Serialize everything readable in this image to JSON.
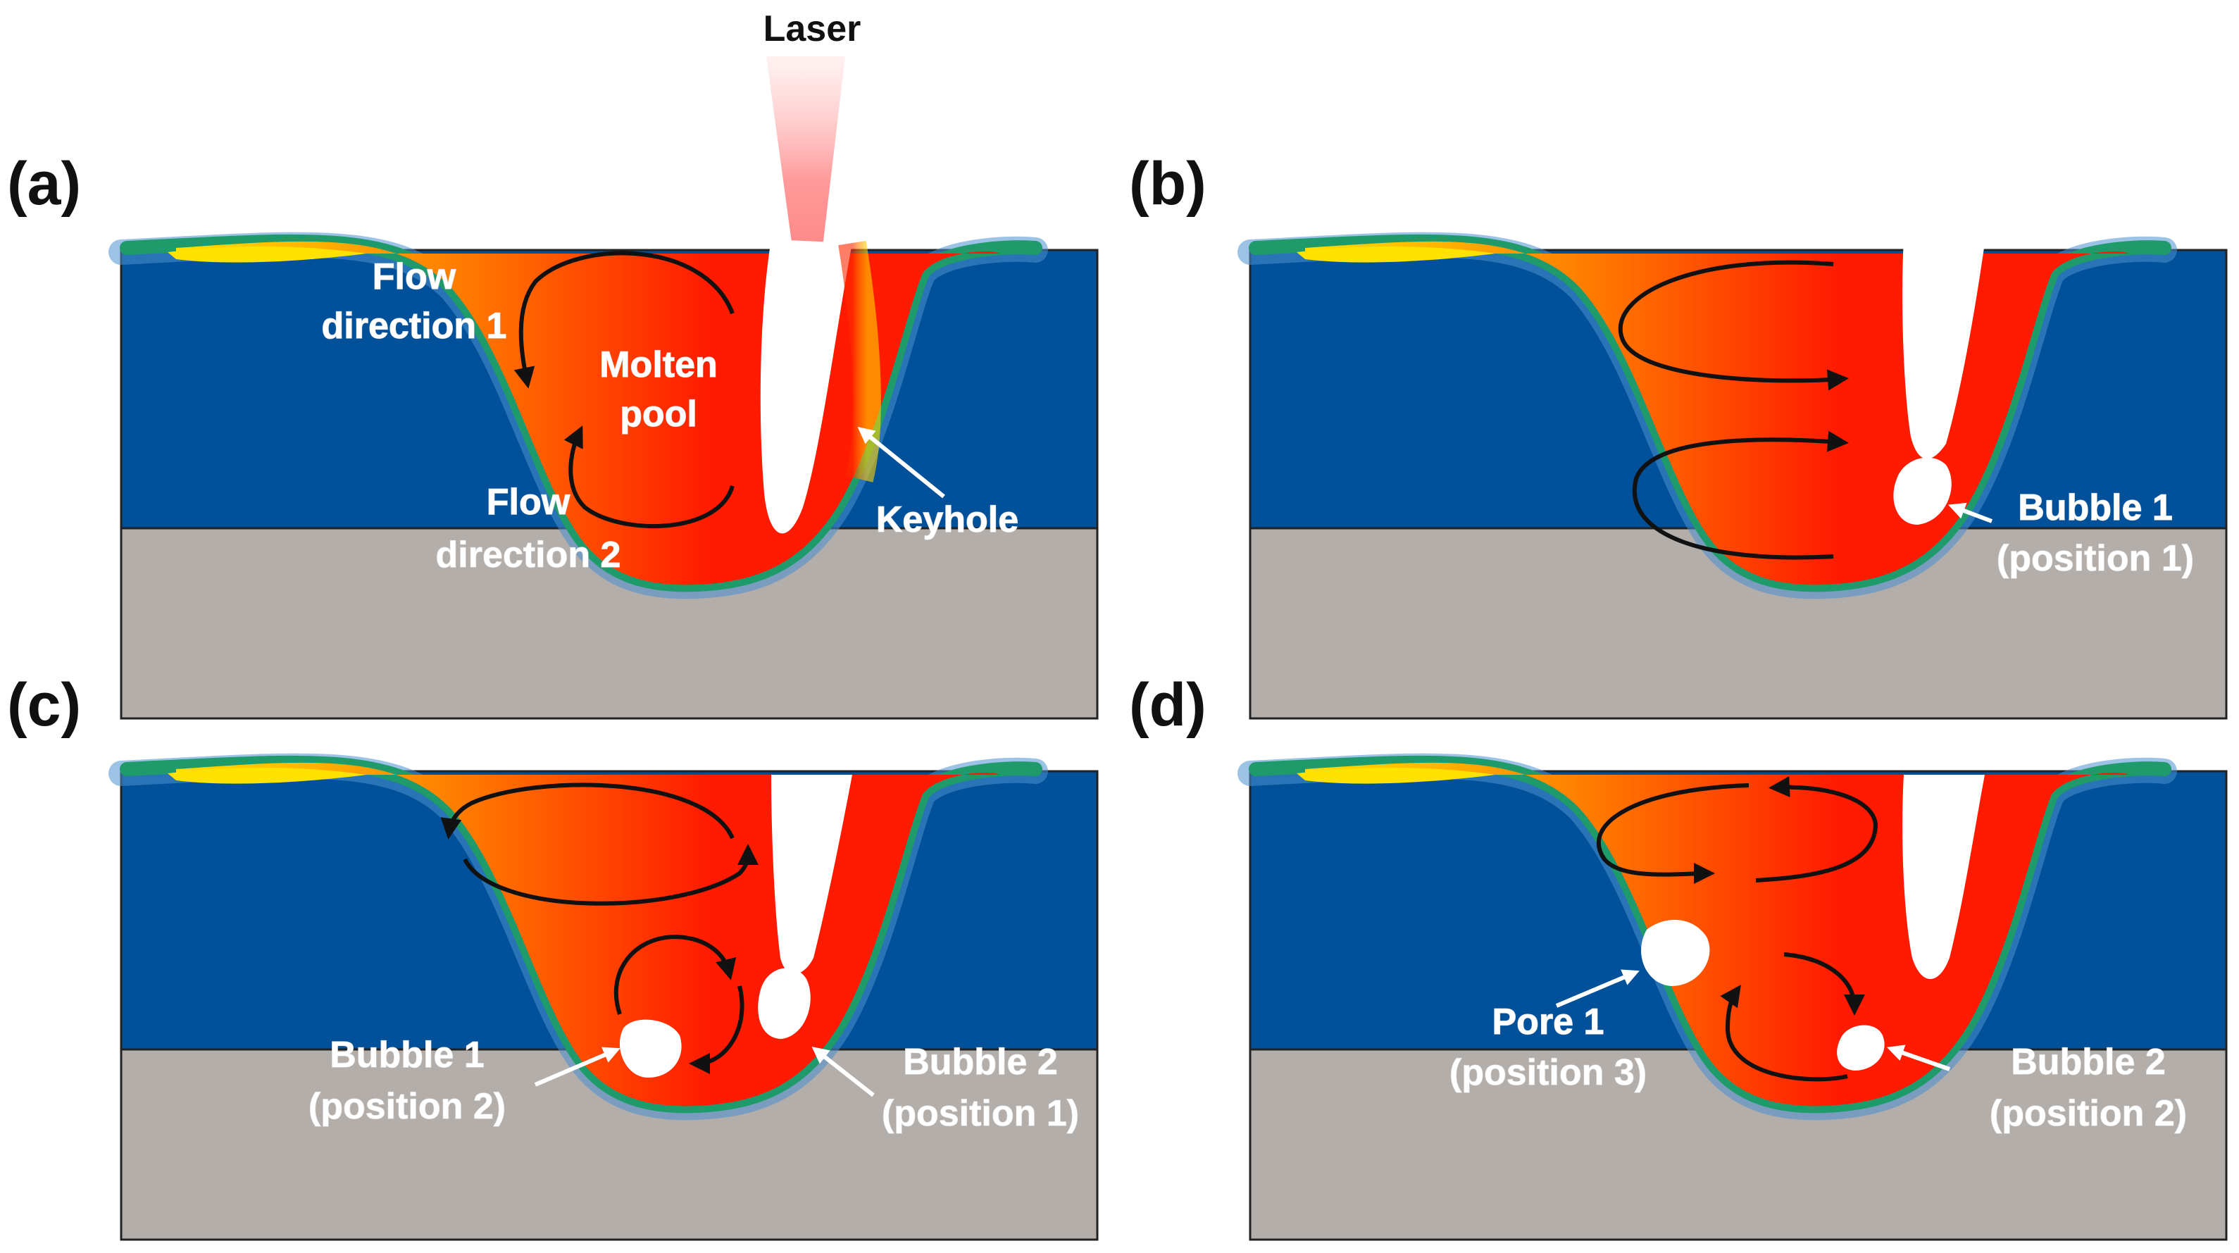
{
  "laser_label": "Laser",
  "colors": {
    "substrate_blue": "#00509a",
    "base_gray": "#b3aeaa",
    "mushy_green": "#22a06b",
    "pool_hot": "#ff1a00",
    "pool_mid": "#ff7a00",
    "pool_cool": "#ffe000",
    "laser_pink": "#ff8080"
  },
  "panels": [
    {
      "letter": "(a)",
      "labels": {
        "flow1_line1": "Flow",
        "flow1_line2": "direction 1",
        "pool_line1": "Molten",
        "pool_line2": "pool",
        "flow2_line1": "Flow",
        "flow2_line2": "direction 2",
        "keyhole": "Keyhole"
      }
    },
    {
      "letter": "(b)",
      "labels": {
        "bubble1_line1": "Bubble 1",
        "bubble1_line2": "(position 1)"
      }
    },
    {
      "letter": "(c)",
      "labels": {
        "bubble1_line1": "Bubble 1",
        "bubble1_line2": "(position 2)",
        "bubble2_line1": "Bubble 2",
        "bubble2_line2": "(position 1)"
      }
    },
    {
      "letter": "(d)",
      "labels": {
        "pore1_line1": "Pore 1",
        "pore1_line2": "(position 3)",
        "bubble2_line1": "Bubble 2",
        "bubble2_line2": "(position 2)"
      }
    }
  ]
}
